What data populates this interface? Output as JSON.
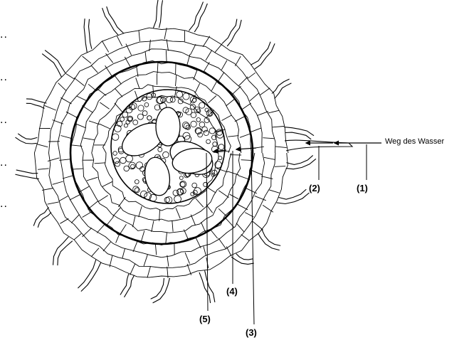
{
  "diagram": {
    "water_path_label": "Weg des Wasser",
    "markers": [
      "(1)",
      "(2)",
      "(3)",
      "(4)",
      "(5)"
    ],
    "answer_blanks": [
      "..",
      "..",
      "..",
      "..",
      ".."
    ]
  }
}
